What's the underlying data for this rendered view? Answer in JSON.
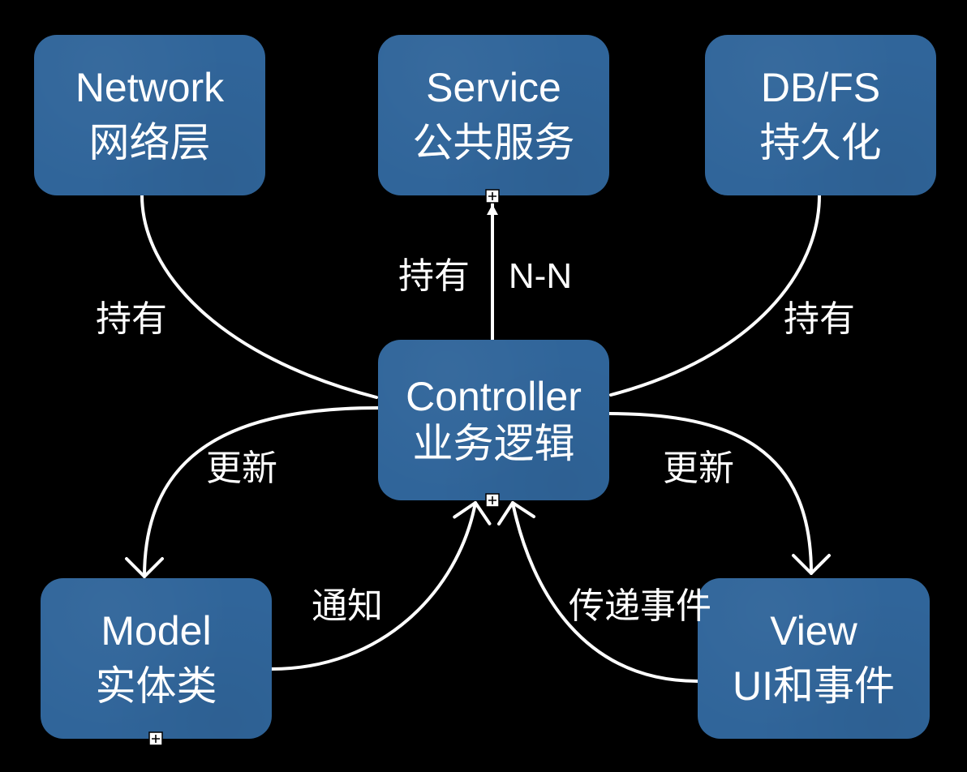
{
  "colors": {
    "background": "#000000",
    "node_fill": "#30659a",
    "line": "#ffffff",
    "text": "#ffffff"
  },
  "nodes": {
    "network": {
      "title": "Network",
      "subtitle": "网络层"
    },
    "service": {
      "title": "Service",
      "subtitle": "公共服务"
    },
    "dbfs": {
      "title": "DB/FS",
      "subtitle": "持久化"
    },
    "controller": {
      "title": "Controller",
      "subtitle": "业务逻辑"
    },
    "model": {
      "title": "Model",
      "subtitle": "实体类"
    },
    "view": {
      "title": "View",
      "subtitle": "UI和事件"
    }
  },
  "edges": {
    "network_link": {
      "label": "持有"
    },
    "service_link": {
      "label": "持有",
      "multiplicity": "N-N"
    },
    "dbfs_link": {
      "label": "持有"
    },
    "model_update": {
      "label": "更新"
    },
    "view_update": {
      "label": "更新"
    },
    "model_notify": {
      "label": "通知"
    },
    "view_event": {
      "label": "传递事件"
    }
  },
  "icons": {
    "collapse_marker": "plus-box-icon"
  }
}
